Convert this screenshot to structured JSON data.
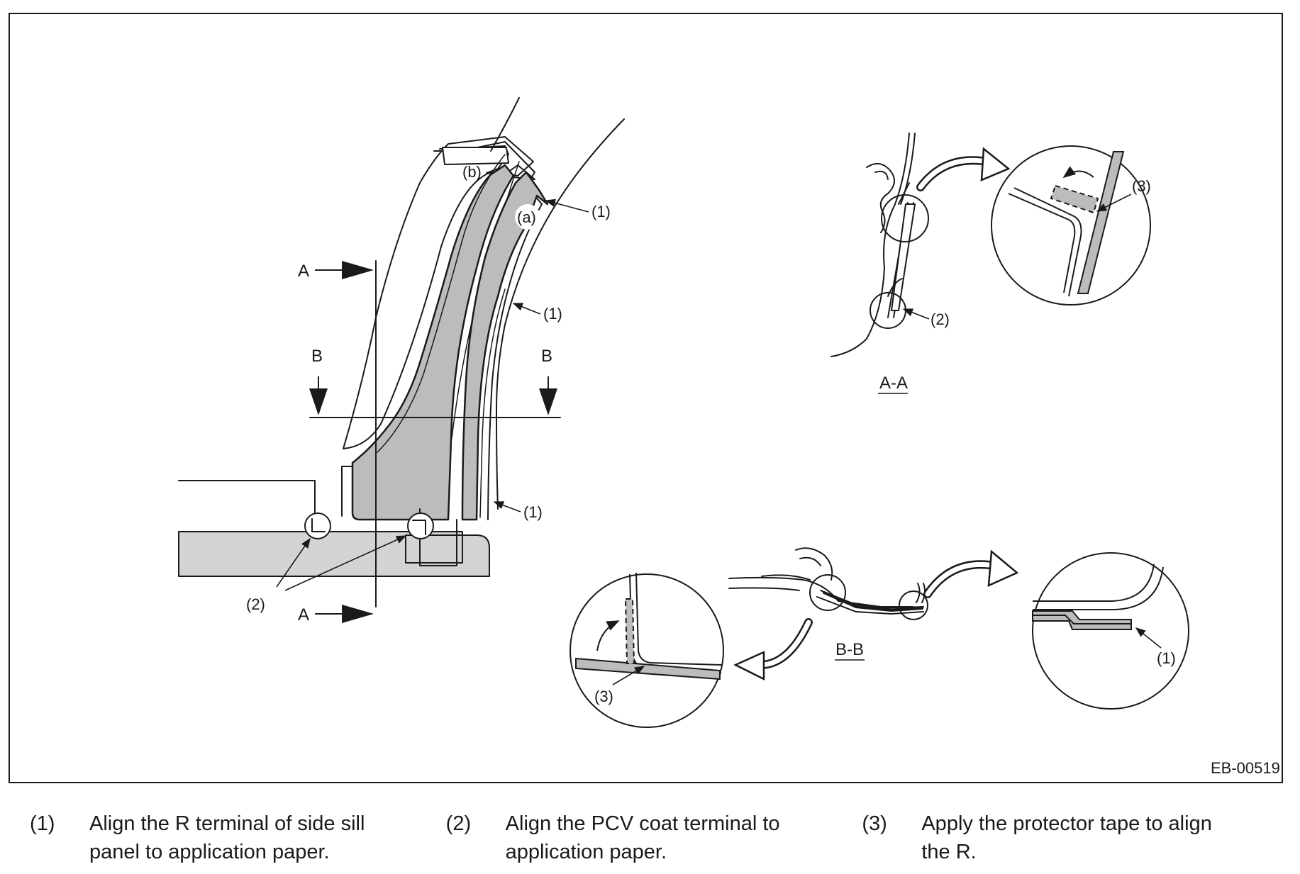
{
  "figure_code": "EB-00519",
  "callouts": {
    "one": "(1)",
    "two": "(2)",
    "three": "(3)",
    "a": "(a)",
    "b": "(b)"
  },
  "section_marks": {
    "a": "A",
    "b": "B",
    "aa": "A-A",
    "bb": "B-B"
  },
  "legend": [
    {
      "num": "(1)",
      "text": "Align the R terminal of side sill panel to application paper."
    },
    {
      "num": "(2)",
      "text": "Align the PCV coat terminal to application paper."
    },
    {
      "num": "(3)",
      "text": "Apply the protector tape to align the R."
    }
  ],
  "colors": {
    "line": "#1a1a1a",
    "fill_gray": "#bcbcbc",
    "fill_light": "#d4d4d4"
  }
}
